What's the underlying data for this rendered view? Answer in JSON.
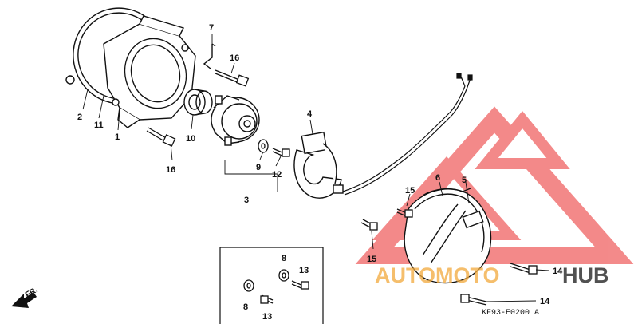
{
  "callouts": {
    "c1": "1",
    "c2": "2",
    "c3": "3",
    "c4": "4",
    "c5": "5",
    "c6": "6",
    "c7": "7",
    "c8a": "8",
    "c8b": "8",
    "c9": "9",
    "c10": "10",
    "c11": "11",
    "c12": "12",
    "c13a": "13",
    "c13b": "13",
    "c14a": "14",
    "c14b": "14",
    "c15a": "15",
    "c15b": "15",
    "c16a": "16",
    "c16b": "16"
  },
  "direction": {
    "label": "FR."
  },
  "figure": {
    "code": "KF93-E0200 A"
  },
  "watermark": {
    "part1": "AUTOMOTO",
    "part2": "HUB",
    "colors": {
      "primary": "#ea2a2a",
      "secondary": "#f2a93b",
      "dark": "#333333"
    }
  }
}
